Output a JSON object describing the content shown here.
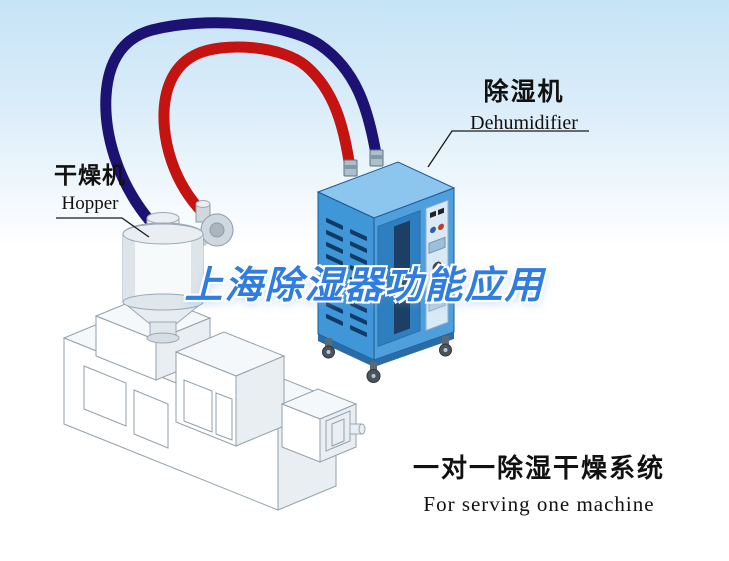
{
  "scene": {
    "watermark": "上海除湿器功能应用",
    "caption_cn": "一对一除湿干燥系统",
    "caption_en": "For serving one machine"
  },
  "labels": {
    "dryer_cn": "干燥机",
    "dryer_en": "Hopper",
    "dehumidifier_cn": "除湿机",
    "dehumidifier_en": "Dehumidifier"
  },
  "colors": {
    "sky_top": "#c6e4f7",
    "sky_bottom": "#ffffff",
    "machine_blue": "#3f97d8",
    "machine_blue_light": "#8cc6ee",
    "machine_blue_side": "#4f9fdd",
    "machine_blue_dark": "#2e7fc0",
    "machine_outline": "#1b5a96",
    "vent_slot": "#123a66",
    "hose_red": "#c41310",
    "hose_navy": "#1c1273",
    "watermark_blue": "#2f7ce2",
    "text_color": "#111111",
    "line_gray": "#93a1ab",
    "metal_gray": "#cfd8de"
  }
}
